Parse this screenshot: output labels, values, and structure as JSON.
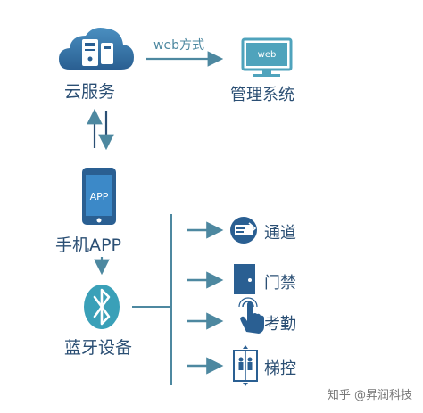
{
  "cloud": {
    "label": "云服务"
  },
  "management": {
    "label": "管理系统",
    "screen_text": "web"
  },
  "web_link": {
    "label": "web方式"
  },
  "phone": {
    "label": "手机APP",
    "screen_text": "APP"
  },
  "bluetooth": {
    "label": "蓝牙设备"
  },
  "outputs": [
    {
      "label": "通道",
      "icon": "card-icon"
    },
    {
      "label": "门禁",
      "icon": "door-icon"
    },
    {
      "label": "考勤",
      "icon": "hand-touch-icon"
    },
    {
      "label": "梯控",
      "icon": "elevator-icon"
    }
  ],
  "watermark": {
    "text": "知乎 @昇润科技"
  },
  "colors": {
    "primary": "#2e6f9a",
    "accent": "#3aa0b8",
    "arrow": "#4d88a0"
  }
}
